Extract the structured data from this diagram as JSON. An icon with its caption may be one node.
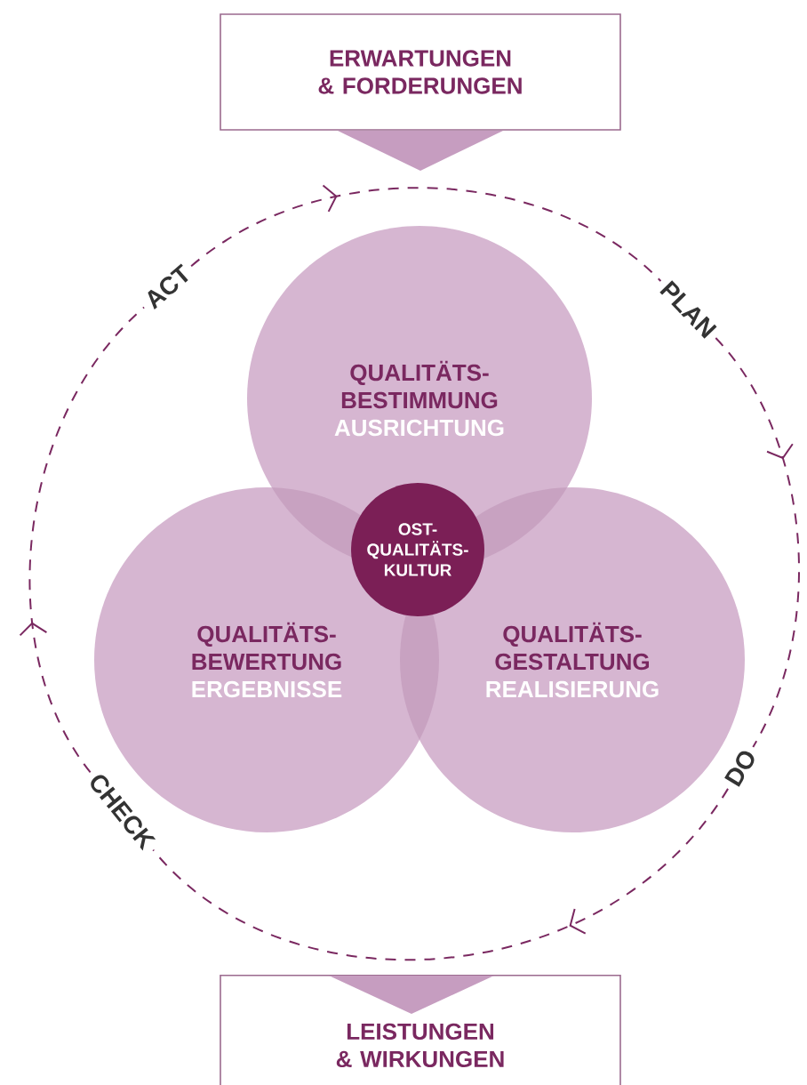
{
  "diagram": {
    "nodes": [
      {
        "text": [
          "ERWARTUNGEN & FORDERUNGEN"
        ]
      },
      {
        "text": [
          "QUALITÄTS- BESTIMMUNG",
          "AUSRICHTUNG"
        ]
      },
      {
        "text": [
          "OST- QUALITÄTS- KULTUR"
        ]
      },
      {
        "text": [
          "QUALITÄTS- BEWERTUNG",
          "ERGEBNISSE"
        ]
      },
      {
        "text": [
          "QUALITÄTS- GESTALTUNG",
          "REALISIERUNG"
        ]
      },
      {
        "text": [
          "LEISTUNGEN & WIRKUNGEN"
        ]
      },
      {
        "text": [
          "ACT"
        ]
      },
      {
        "text": [
          "PLAN"
        ]
      },
      {
        "text": [
          "DO"
        ]
      },
      {
        "text": [
          "CHECK"
        ]
      }
    ],
    "edges": [
      {
        "from": 6,
        "to": 7,
        "arrow": "to",
        "style": "dashed"
      },
      {
        "from": 7,
        "to": 8,
        "arrow": "to",
        "style": "dashed"
      },
      {
        "from": 8,
        "to": 9,
        "arrow": "to",
        "style": "dashed"
      },
      {
        "from": 9,
        "to": 6,
        "arrow": "to",
        "style": "dashed"
      }
    ]
  }
}
